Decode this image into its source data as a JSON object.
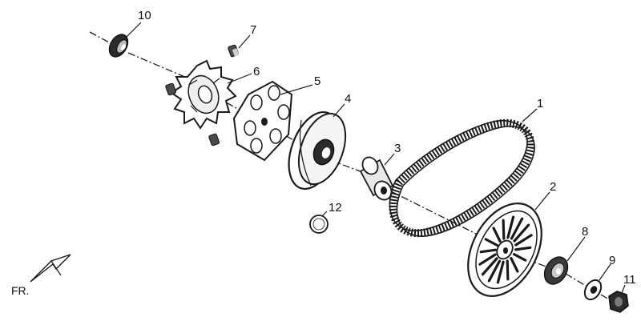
{
  "orientation_label": "FR.",
  "callouts": [
    "1",
    "2",
    "3",
    "4",
    "5",
    "6",
    "7",
    "8",
    "9",
    "10",
    "11",
    "12"
  ]
}
